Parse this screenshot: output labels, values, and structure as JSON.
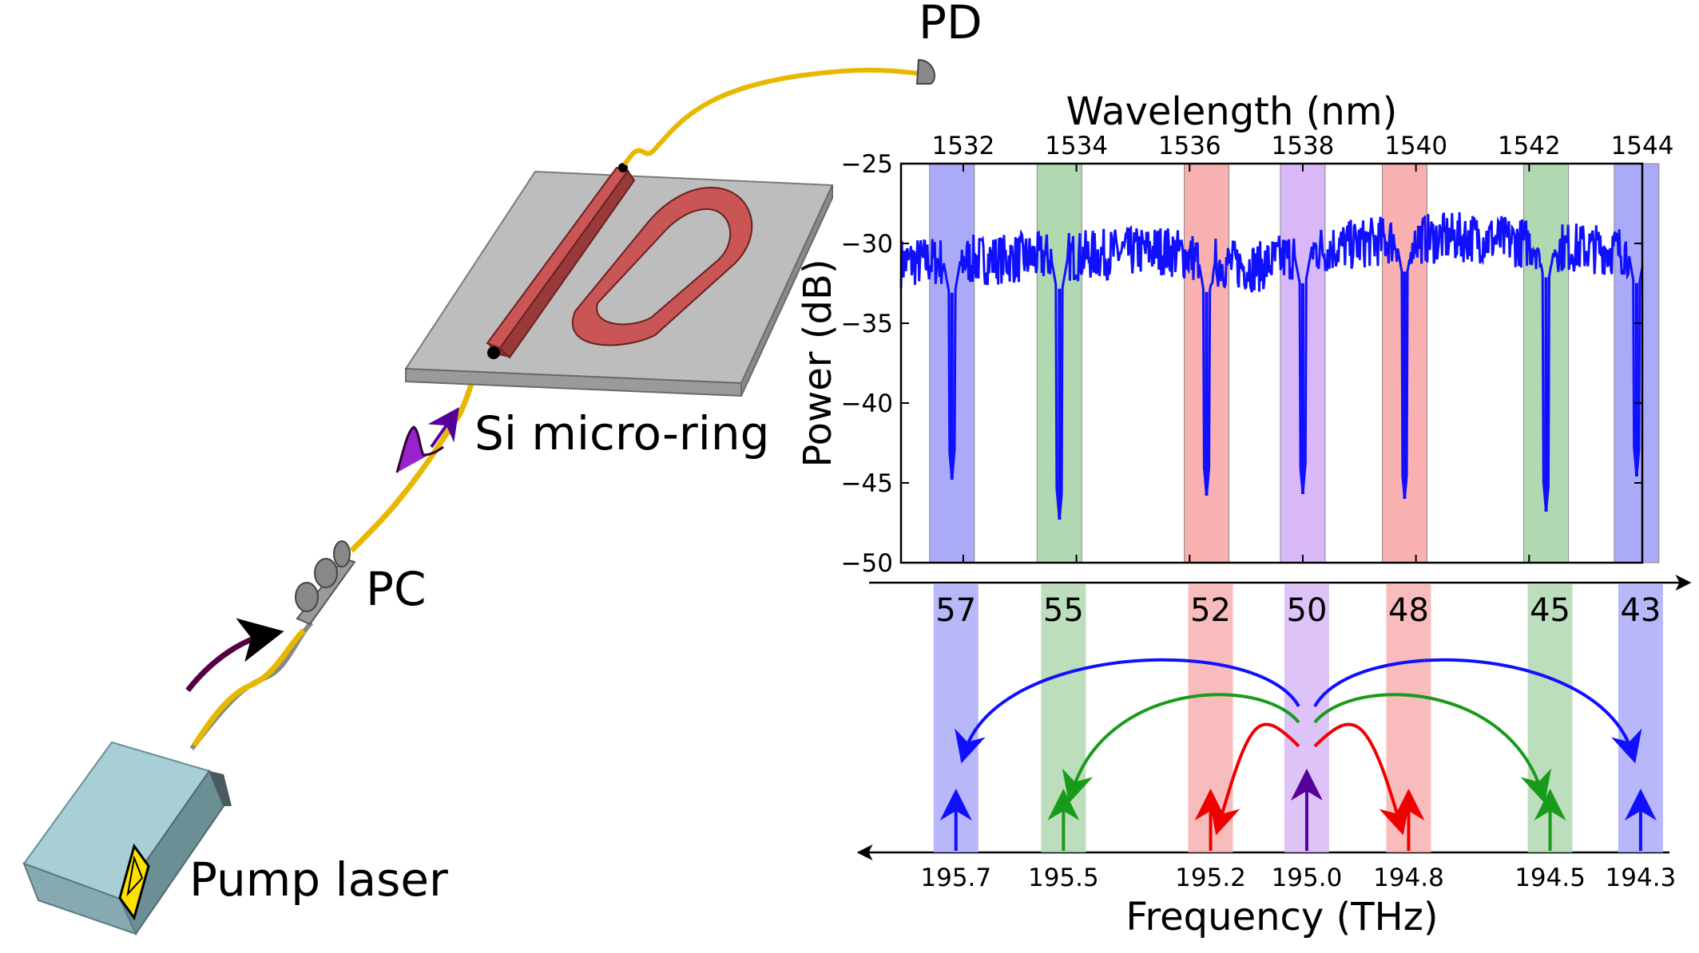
{
  "setup": {
    "labels": {
      "pd": "PD",
      "ring": "Si micro-ring",
      "pc": "PC",
      "laser": "Pump laser"
    }
  },
  "colors": {
    "blue": "#1010ff",
    "band_blue": "#aaaaf8",
    "band_green": "#b2d8b2",
    "band_red": "#f8b0b0",
    "band_purple": "#d8b8f8",
    "arrow_green": "#1a9a1a",
    "arrow_red": "#ee0000",
    "arrow_purple": "#550099",
    "fiber": "#e8b800",
    "chip": "#bdbdbd",
    "ring": "#c95555",
    "laser_box": "#a8cfd6"
  },
  "chart_data": {
    "type": "line",
    "top_axis": {
      "label": "Wavelength (nm)",
      "ticks": [
        1532,
        1534,
        1536,
        1538,
        1540,
        1542,
        1544
      ],
      "range": [
        1530.9,
        1544
      ]
    },
    "y_axis": {
      "label": "Power (dB)",
      "ticks": [
        -25,
        -30,
        -35,
        -40,
        -45,
        -50
      ],
      "range": [
        -50,
        -25
      ]
    },
    "bottom_axis": {
      "label": "Frequency (THz)",
      "ticks": [
        "195.7",
        "195.5",
        "195.2",
        "195.0",
        "194.8",
        "194.5",
        "194.3"
      ]
    },
    "baseline": [
      [
        1530.9,
        -31.2
      ],
      [
        1532.5,
        -31.0
      ],
      [
        1534.0,
        -30.8
      ],
      [
        1535.5,
        -30.4
      ],
      [
        1536.5,
        -31.2
      ],
      [
        1537.2,
        -31.5
      ],
      [
        1538.0,
        -30.5
      ],
      [
        1539.5,
        -29.8
      ],
      [
        1541.0,
        -29.6
      ],
      [
        1542.5,
        -30.2
      ],
      [
        1544.0,
        -30.5
      ]
    ],
    "dips": [
      {
        "wl": 1531.8,
        "min": -44.8
      },
      {
        "wl": 1533.7,
        "min": -47.3
      },
      {
        "wl": 1536.3,
        "min": -45.8
      },
      {
        "wl": 1538.0,
        "min": -45.7
      },
      {
        "wl": 1539.8,
        "min": -46.0
      },
      {
        "wl": 1542.3,
        "min": -46.8
      },
      {
        "wl": 1543.9,
        "min": -44.6
      }
    ],
    "resonances": [
      {
        "mode": "57",
        "freq": "195.7",
        "color": "blue"
      },
      {
        "mode": "55",
        "freq": "195.5",
        "color": "green"
      },
      {
        "mode": "52",
        "freq": "195.2",
        "color": "red"
      },
      {
        "mode": "50",
        "freq": "195.0",
        "color": "purple"
      },
      {
        "mode": "48",
        "freq": "194.8",
        "color": "red"
      },
      {
        "mode": "45",
        "freq": "194.5",
        "color": "green"
      },
      {
        "mode": "43",
        "freq": "194.3",
        "color": "blue"
      }
    ]
  }
}
